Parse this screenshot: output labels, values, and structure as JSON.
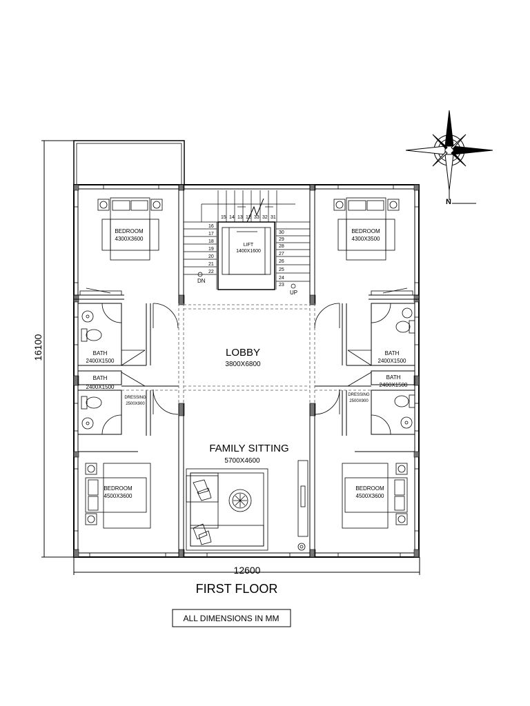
{
  "drawing": {
    "title": "FIRST FLOOR",
    "note": "ALL DIMENSIONS IN MM",
    "north_label": "N",
    "overall_width": "12600",
    "overall_height": "16100"
  },
  "rooms": {
    "bedroom_tl": {
      "name": "BEDROOM",
      "size": "4300X3600"
    },
    "bedroom_tr": {
      "name": "BEDROOM",
      "size": "4300X3500"
    },
    "bedroom_bl": {
      "name": "BEDROOM",
      "size": "4500X3600"
    },
    "bedroom_br": {
      "name": "BEDROOM",
      "size": "4500X3600"
    },
    "bath_l1": {
      "name": "BATH",
      "size": "2400X1500"
    },
    "bath_l2": {
      "name": "BATH",
      "size": "2400X1500"
    },
    "bath_r1": {
      "name": "BATH",
      "size": "2400X1500"
    },
    "bath_r2": {
      "name": "BATH",
      "size": "2400X1500"
    },
    "dressing_l": {
      "name": "DRESSING",
      "size": "2500X900"
    },
    "dressing_r": {
      "name": "DRESSING",
      "size": "2500X900"
    },
    "lobby": {
      "name": "LOBBY",
      "size": "3800X6800"
    },
    "family_sitting": {
      "name": "FAMILY SITTING",
      "size": "5700X4600"
    },
    "lift": {
      "name": "LIFT",
      "size": "1400X1600"
    }
  },
  "stairs": {
    "dn": "DN",
    "up": "UP",
    "left_steps": [
      "16",
      "17",
      "18",
      "19",
      "20",
      "21",
      "22"
    ],
    "right_steps": [
      "30",
      "29",
      "28",
      "27",
      "26",
      "25",
      "24",
      "23"
    ],
    "top_steps": [
      "15",
      "14",
      "13",
      "12",
      "33",
      "32",
      "31"
    ]
  }
}
